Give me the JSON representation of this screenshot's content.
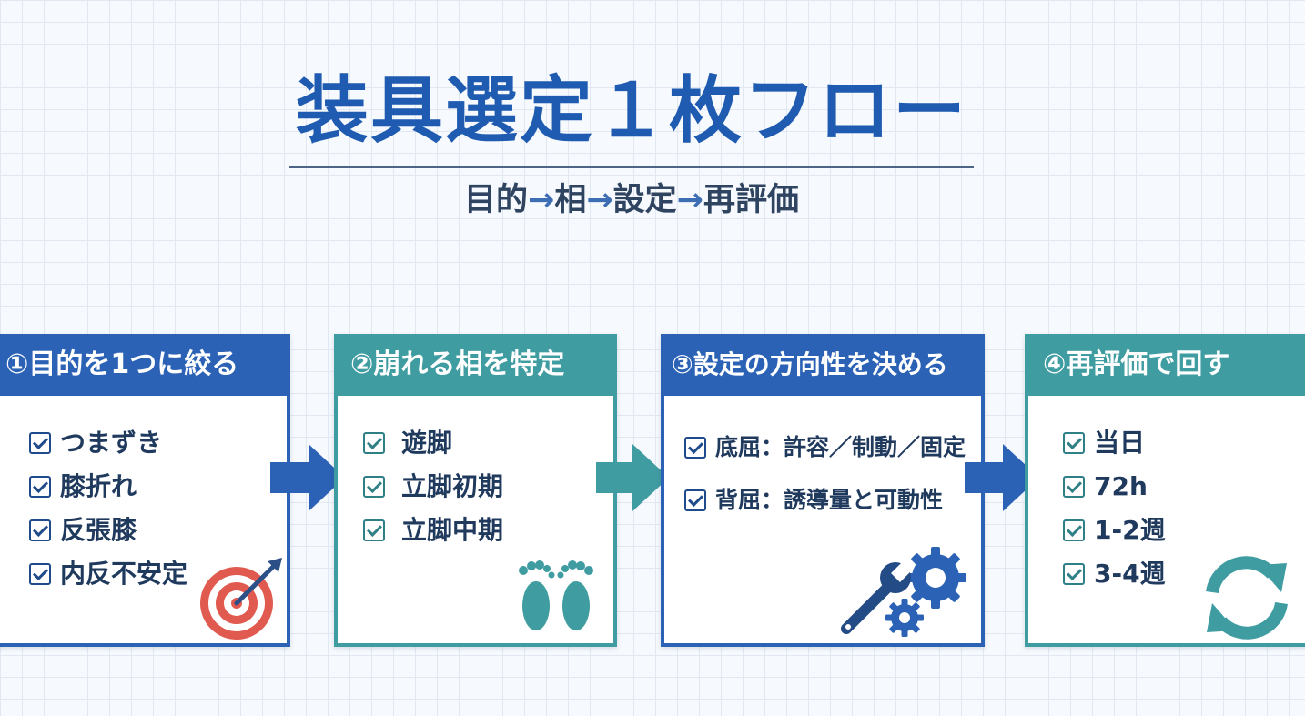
{
  "title": "装具選定１枚フロー",
  "subtitle": {
    "parts": [
      "目的",
      "相",
      "設定",
      "再評価"
    ],
    "arrow": "→"
  },
  "colors": {
    "primary": "#2b62b6",
    "teal": "#3f9ca1",
    "title": "#1f5bb0",
    "text": "#203a5e"
  },
  "steps": [
    {
      "heading": "①目的を1つに絞る",
      "items": [
        "つまずき",
        "膝折れ",
        "反張膝",
        "内反不安定"
      ],
      "icon": "target-icon"
    },
    {
      "heading": "②崩れる相を特定",
      "items": [
        "遊脚",
        "立脚初期",
        "立脚中期"
      ],
      "icon": "footprints-icon"
    },
    {
      "heading": "③設定の方向性を決める",
      "items": [
        "底屈：許容／制動／固定",
        "背屈：誘導量と可動性"
      ],
      "icon": "wrench-gears-icon"
    },
    {
      "heading": "④再評価で回す",
      "items": [
        "当日",
        "72h",
        "1-2週",
        "3-4週"
      ],
      "icon": "refresh-cycle-icon"
    }
  ]
}
